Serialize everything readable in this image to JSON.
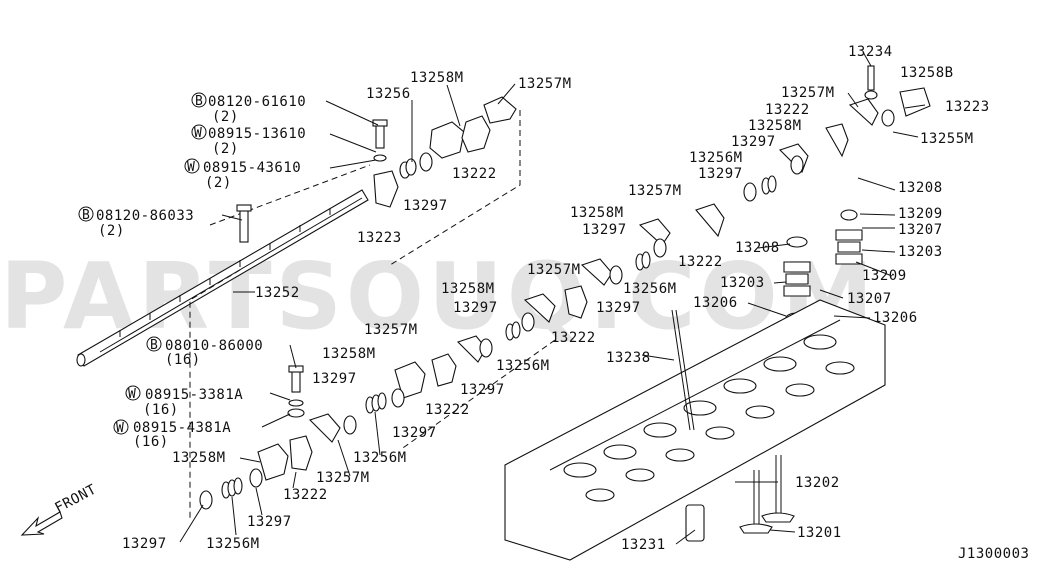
{
  "diagram": {
    "code": "J1300003",
    "front_label": "FRONT",
    "watermark": "PARTSOUQ.COM",
    "callouts": {
      "c1": {
        "text": "08120-61610",
        "prefix": "B",
        "qty": "(2)"
      },
      "c2": {
        "text": "08915-13610",
        "prefix": "W",
        "qty": "(2)"
      },
      "c3": {
        "text": "08915-43610",
        "prefix": "W",
        "qty": "(2)"
      },
      "c4": {
        "text": "08120-86033",
        "prefix": "B",
        "qty": "(2)"
      },
      "c5": {
        "text": "08010-86000",
        "prefix": "B",
        "qty": "(16)"
      },
      "c6": {
        "text": "08915-3381A",
        "prefix": "W",
        "qty": "(16)"
      },
      "c7": {
        "text": "08915-4381A",
        "prefix": "W",
        "qty": "(16)"
      }
    },
    "parts": {
      "p13258M_a": "13258M",
      "p13257M_a": "13257M",
      "p13256_a": "13256",
      "p13222_a": "13222",
      "p13297_a": "13297",
      "p13223_a": "13223",
      "p13252": "13252",
      "p13234": "13234",
      "p13258B": "13258B",
      "p13257M_b": "13257M",
      "p13223_b": "13223",
      "p13222_b": "13222",
      "p13258M_b": "13258M",
      "p13255M": "13255M",
      "p13297_b": "13297",
      "p13256M_b": "13256M",
      "p13297_c": "13297",
      "p13208_a": "13208",
      "p13257M_c": "13257M",
      "p13209_a": "13209",
      "p13258M_c": "13258M",
      "p13207_a": "13207",
      "p13297_d": "13297",
      "p13208_b": "13208",
      "p13203_a": "13203",
      "p13222_c": "13222",
      "p13257M_d": "13257M",
      "p13209_b": "13209",
      "p13203_b": "13203",
      "p13256M_c": "13256M",
      "p13258M_d": "13258M",
      "p13207_b": "13207",
      "p13297_e": "13297",
      "p13297_f": "13297",
      "p13206_a": "13206",
      "p13206_b": "13206",
      "p13257M_e": "13257M",
      "p13222_d": "13222",
      "p13258M_e": "13258M",
      "p13256M_d": "13256M",
      "p13238": "13238",
      "p13297_g": "13297",
      "p13297_h": "13297",
      "p13222_e": "13222",
      "p13297_i": "13297",
      "p13256M_e": "13256M",
      "p13258M_f": "13258M",
      "p13257M_f": "13257M",
      "p13222_f": "13222",
      "p13297_j": "13297",
      "p13297_k": "13297",
      "p13256M_f": "13256M",
      "p13202": "13202",
      "p13201": "13201",
      "p13231": "13231"
    }
  }
}
